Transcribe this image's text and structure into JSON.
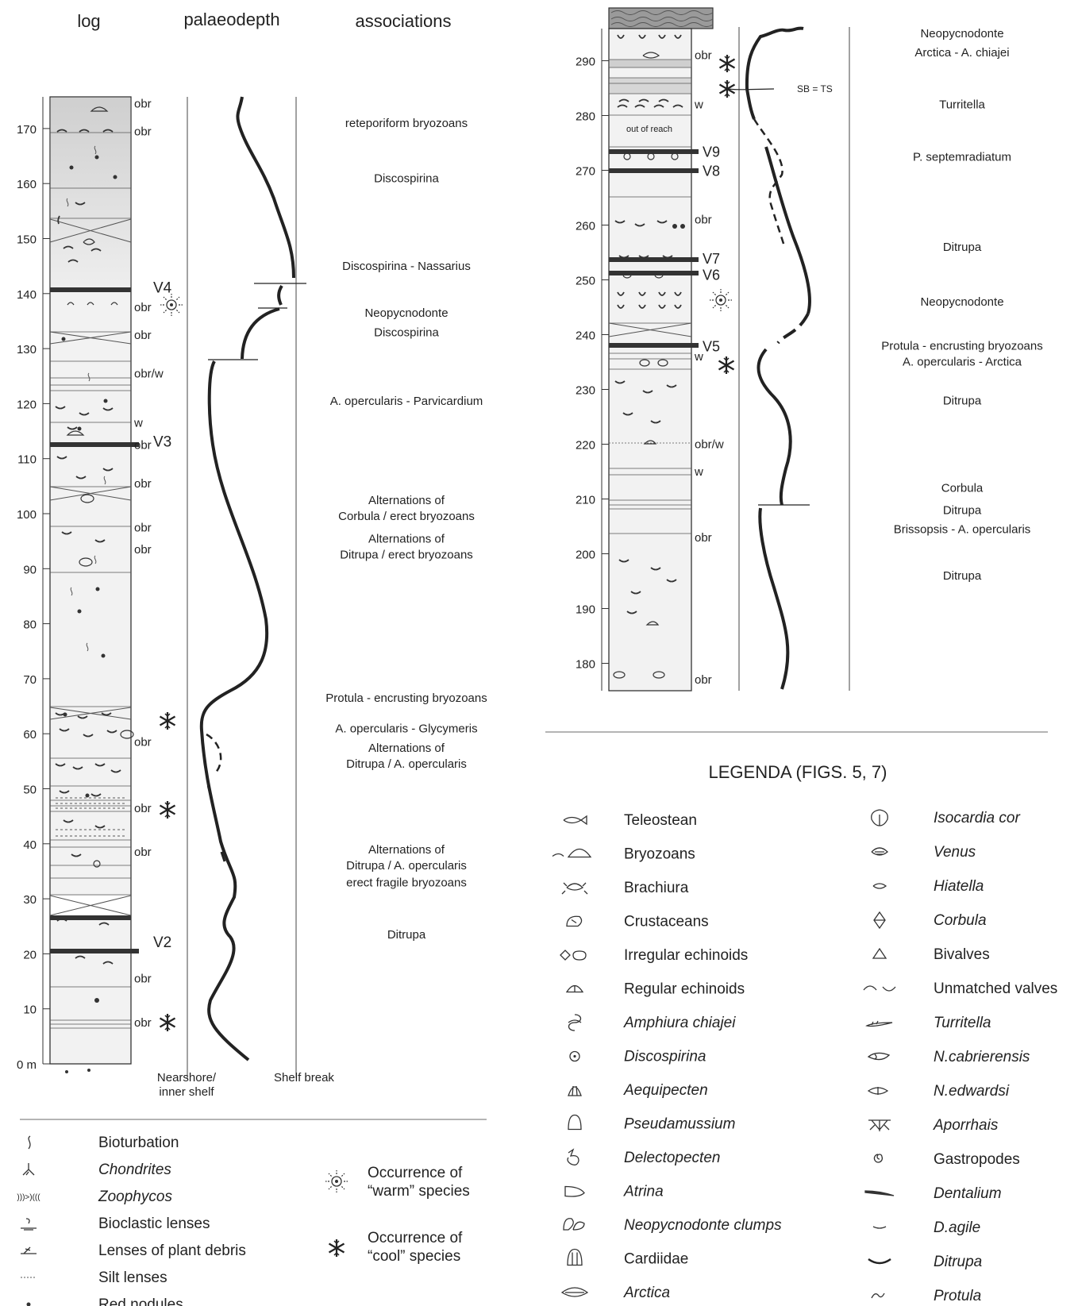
{
  "left_panel": {
    "headers": {
      "log": "log",
      "palaeodepth": "palaeodepth",
      "associations": "associations"
    },
    "axis_ticks": [
      "0 m",
      "10",
      "20",
      "30",
      "40",
      "50",
      "60",
      "70",
      "80",
      "90",
      "100",
      "110",
      "120",
      "130",
      "140",
      "150",
      "160",
      "170"
    ],
    "column_labels": [
      {
        "text": "obr",
        "m": 174.5
      },
      {
        "text": "obr",
        "m": 169.5
      },
      {
        "text": "obr",
        "m": 137.5
      },
      {
        "text": "obr",
        "m": 132.5
      },
      {
        "text": "obr/w",
        "m": 125.5
      },
      {
        "text": "w",
        "m": 116.5
      },
      {
        "text": "obr",
        "m": 112.5
      },
      {
        "text": "obr",
        "m": 105.5
      },
      {
        "text": "obr",
        "m": 97.5
      },
      {
        "text": "obr",
        "m": 93.5
      },
      {
        "text": "obr",
        "m": 58.5
      },
      {
        "text": "obr",
        "m": 46.5
      },
      {
        "text": "obr",
        "m": 38.5
      },
      {
        "text": "obr",
        "m": 15.5
      },
      {
        "text": "obr",
        "m": 7.5
      }
    ],
    "markers": [
      {
        "text": "V4",
        "m": 140.5
      },
      {
        "text": "V3",
        "m": 112.5
      },
      {
        "text": "V2",
        "m": 21.5
      }
    ],
    "associations": [
      {
        "lines": [
          "reteporiform bryozoans"
        ],
        "m": 171
      },
      {
        "lines": [
          "Discospirina"
        ],
        "m": 161
      },
      {
        "lines": [
          "Discospirina - Nassarius"
        ],
        "m": 145
      },
      {
        "lines": [
          "Neopycnodonte"
        ],
        "m": 136.5
      },
      {
        "lines": [
          "Discospirina"
        ],
        "m": 133
      },
      {
        "lines": [
          "A. opercularis - Parvicardium"
        ],
        "m": 120.5
      },
      {
        "lines": [
          "Alternations of",
          "Corbula / erect bryozoans"
        ],
        "m": 101
      },
      {
        "lines": [
          "Alternations of",
          "Ditrupa / erect bryozoans"
        ],
        "m": 94
      },
      {
        "lines": [
          "Protula - encrusting bryozoans"
        ],
        "m": 66.5
      },
      {
        "lines": [
          "A. opercularis - Glycymeris"
        ],
        "m": 61
      },
      {
        "lines": [
          "Alternations of",
          "Ditrupa / A. opercularis"
        ],
        "m": 56
      },
      {
        "lines": [
          "Alternations of",
          "Ditrupa / A. opercularis"
        ],
        "m": 37.5
      },
      {
        "lines": [
          "erect fragile bryozoans"
        ],
        "m": 33
      },
      {
        "lines": [
          "Ditrupa"
        ],
        "m": 23.5
      }
    ],
    "depth_axis_labels": {
      "nearshore": [
        "Nearshore/",
        "inner shelf"
      ],
      "shelf_break": "Shelf break"
    }
  },
  "right_panel": {
    "axis_ticks": [
      "180",
      "190",
      "200",
      "210",
      "220",
      "230",
      "240",
      "250",
      "260",
      "270",
      "280",
      "290"
    ],
    "column_labels": [
      {
        "text": "obr",
        "m": 291
      },
      {
        "text": "w",
        "m": 282
      },
      {
        "text": "obr",
        "m": 261
      },
      {
        "text": "w",
        "m": 236
      },
      {
        "text": "obr/w",
        "m": 220
      },
      {
        "text": "w",
        "m": 215
      },
      {
        "text": "obr",
        "m": 203
      },
      {
        "text": "obr",
        "m": 177
      }
    ],
    "in_column_text": "out of reach",
    "markers": [
      {
        "text": "V9",
        "m": 273.5
      },
      {
        "text": "V8",
        "m": 270
      },
      {
        "text": "V7",
        "m": 254
      },
      {
        "text": "V6",
        "m": 251
      },
      {
        "text": "V5",
        "m": 238
      }
    ],
    "sb_label": "SB = TS",
    "associations": [
      {
        "lines": [
          "Neopycnodonte"
        ],
        "m": 295
      },
      {
        "lines": [
          "Arctica - A. chiajei"
        ],
        "m": 291.5
      },
      {
        "lines": [
          "Turritella"
        ],
        "m": 282
      },
      {
        "lines": [
          "P. septemradiatum"
        ],
        "m": 272.5
      },
      {
        "lines": [
          "Ditrupa"
        ],
        "m": 256
      },
      {
        "lines": [
          "Neopycnodonte"
        ],
        "m": 246
      },
      {
        "lines": [
          "Protula - encrusting bryozoans",
          "A. opercularis - Arctica"
        ],
        "m": 236.5
      },
      {
        "lines": [
          "Ditrupa"
        ],
        "m": 228
      },
      {
        "lines": [
          "Corbula"
        ],
        "m": 212
      },
      {
        "lines": [
          "Ditrupa"
        ],
        "m": 208
      },
      {
        "lines": [
          "Brissopsis - A. opercularis"
        ],
        "m": 204.5
      },
      {
        "lines": [
          "Ditrupa"
        ],
        "m": 196
      }
    ]
  },
  "legend_title": "LEGENDA (FIGS. 5, 7)",
  "legend_col1": [
    {
      "label": "Teleostean",
      "italic": false,
      "icon": "fish-icon"
    },
    {
      "label": "Bryozoans",
      "italic": false,
      "icon": "bryozoan-icon"
    },
    {
      "label": "Brachiura",
      "italic": false,
      "icon": "crab-icon"
    },
    {
      "label": "Crustaceans",
      "italic": false,
      "icon": "crustacean-icon"
    },
    {
      "label": "Irregular echinoids",
      "italic": false,
      "icon": "irregular-echinoid-icon"
    },
    {
      "label": "Regular echinoids",
      "italic": false,
      "icon": "regular-echinoid-icon"
    },
    {
      "label": "Amphiura chiajei",
      "italic": true,
      "icon": "amphiura-icon"
    },
    {
      "label": "Discospirina",
      "italic": true,
      "icon": "discospirina-icon"
    },
    {
      "label": "Aequipecten",
      "italic": true,
      "icon": "aequipecten-icon"
    },
    {
      "label": "Pseudamussium",
      "italic": true,
      "icon": "pseudamussium-icon"
    },
    {
      "label": "Delectopecten",
      "italic": true,
      "icon": "delectopecten-icon"
    },
    {
      "label": "Atrina",
      "italic": true,
      "icon": "atrina-icon"
    },
    {
      "label": "Neopycnodonte clumps",
      "italic": true,
      "icon": "neopycnodonte-icon"
    },
    {
      "label": "Cardiidae",
      "italic": false,
      "icon": "cardiidae-icon"
    },
    {
      "label": "Arctica",
      "italic": true,
      "icon": "arctica-icon"
    }
  ],
  "legend_col2": [
    {
      "label": "Isocardia cor",
      "italic": true,
      "icon": "isocardia-icon"
    },
    {
      "label": "Venus",
      "italic": true,
      "icon": "venus-icon"
    },
    {
      "label": "Hiatella",
      "italic": true,
      "icon": "hiatella-icon"
    },
    {
      "label": "Corbula",
      "italic": true,
      "icon": "corbula-icon"
    },
    {
      "label": "Bivalves",
      "italic": false,
      "icon": "bivalve-icon"
    },
    {
      "label": "Unmatched valves",
      "italic": false,
      "icon": "unmatched-valves-icon"
    },
    {
      "label": "Turritella",
      "italic": true,
      "icon": "turritella-icon"
    },
    {
      "label": "N.cabrierensis",
      "italic": true,
      "icon": "ncabrierensis-icon"
    },
    {
      "label": "N.edwardsi",
      "italic": true,
      "icon": "nedwardsi-icon"
    },
    {
      "label": "Aporrhais",
      "italic": true,
      "icon": "aporrhais-icon"
    },
    {
      "label": "Gastropodes",
      "italic": false,
      "icon": "gastropod-icon"
    },
    {
      "label": "Dentalium",
      "italic": true,
      "icon": "dentalium-icon"
    },
    {
      "label": "D.agile",
      "italic": true,
      "icon": "dagile-icon"
    },
    {
      "label": "Ditrupa",
      "italic": true,
      "icon": "ditrupa-icon"
    },
    {
      "label": "Protula",
      "italic": true,
      "icon": "protula-icon"
    }
  ],
  "legend_bottom": [
    {
      "label": "Bioturbation",
      "italic": false,
      "icon": "bioturbation-icon"
    },
    {
      "label": "Chondrites",
      "italic": true,
      "icon": "chondrites-icon"
    },
    {
      "label": "Zoophycos",
      "italic": true,
      "icon": "zoophycos-icon"
    },
    {
      "label": "Bioclastic lenses",
      "italic": false,
      "icon": "bioclastic-lens-icon"
    },
    {
      "label": "Lenses of plant debris",
      "italic": false,
      "icon": "plant-debris-icon"
    },
    {
      "label": "Silt lenses",
      "italic": false,
      "icon": "silt-lens-icon"
    },
    {
      "label": "Red nodules",
      "italic": false,
      "icon": "red-nodule-icon"
    }
  ],
  "occurrence": {
    "warm": [
      "Occurrence of",
      "“warm” species"
    ],
    "cool": [
      "Occurrence of",
      "“cool” species"
    ]
  }
}
